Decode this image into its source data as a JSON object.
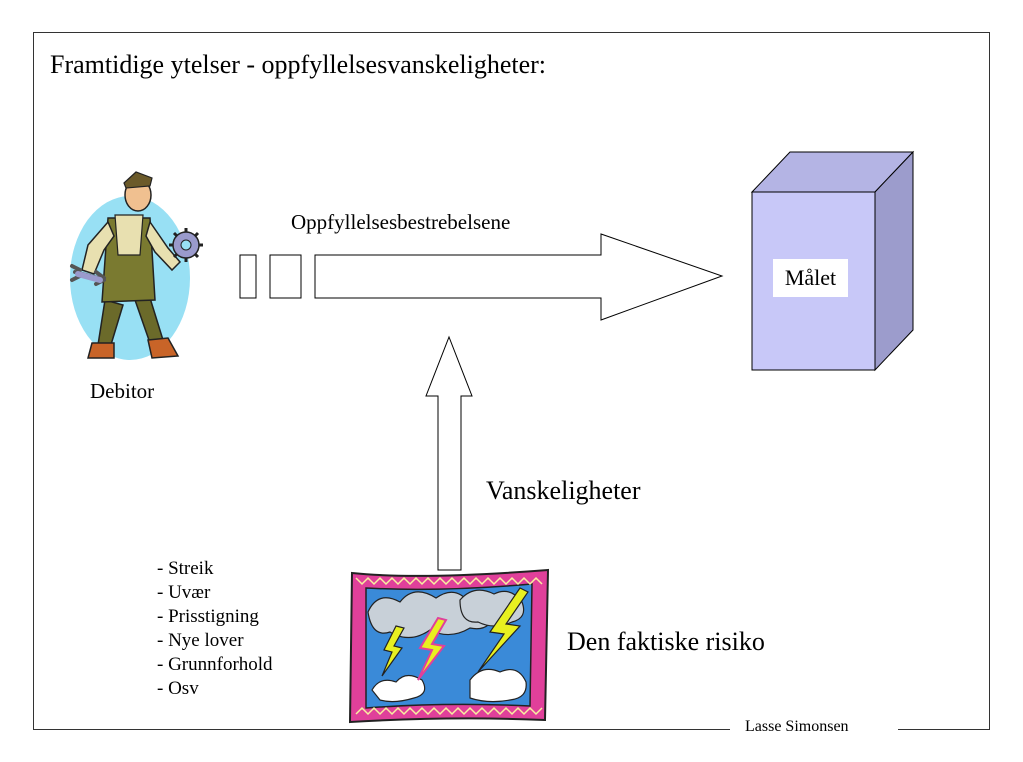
{
  "title": "Framtidige ytelser - oppfyllelsesvanskeligheter:",
  "arrow_label": "Oppfyllelsesbestrebelsene",
  "debtor_label": "Debitor",
  "goal_label": "Målet",
  "difficulties_label": "Vanskeligheter",
  "risk_label": "Den faktiske risiko",
  "risk_items": [
    "- Streik",
    "- Uvær",
    "- Prisstigning",
    "- Nye lover",
    "- Grunnforhold",
    "- Osv"
  ],
  "footer": "Lasse Simonsen",
  "icons": {
    "debtor": "worker-with-wrenches-icon",
    "goal": "cube-icon",
    "risk": "storm-picture-icon"
  },
  "colors": {
    "cube_front": "#c8c8f8",
    "cube_side": "#9c9ccc",
    "cube_top": "#b4b4e4",
    "sky": "#3a8ad8",
    "frame_pink": "#e0409a",
    "lightning": "#e8f020",
    "backdrop": "#98e0f4"
  }
}
